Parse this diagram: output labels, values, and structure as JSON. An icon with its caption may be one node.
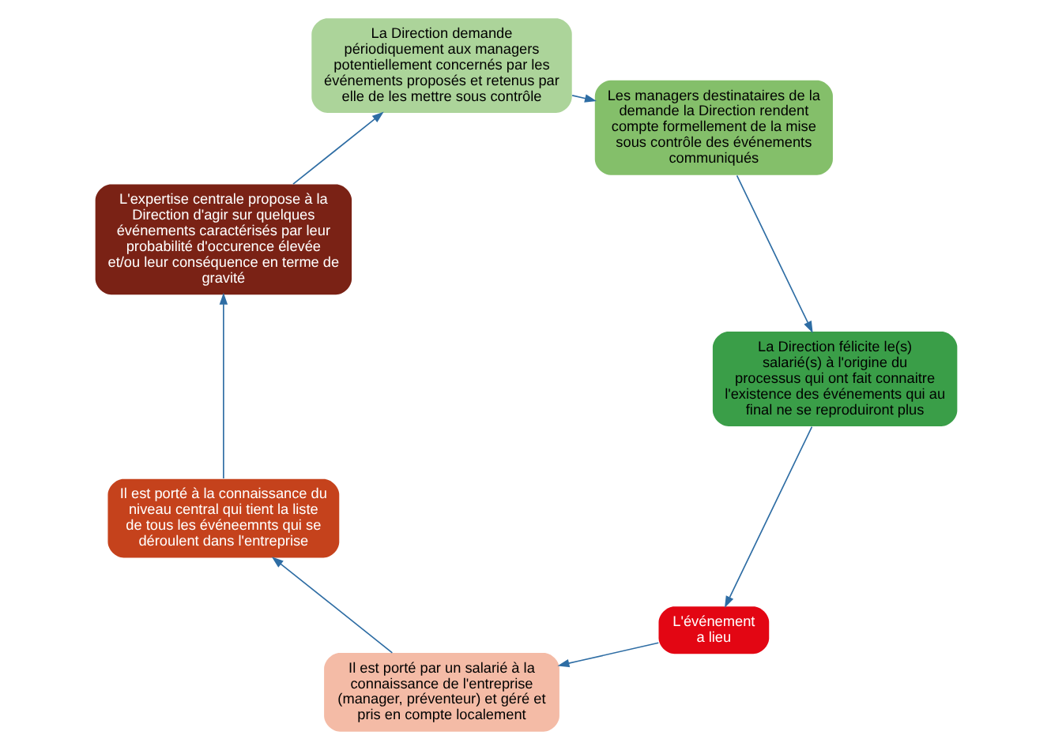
{
  "diagram": {
    "nodes": [
      {
        "text": [
          "L'événement a lieu"
        ]
      },
      {
        "text": [
          "La Direction félicite le(s) salarié(s) à l'origine du processus qui ont fait connaitre l'existence des événements qui au final ne se reproduiront plus"
        ]
      },
      {
        "text": [
          "Il est porté par un salarié à la connaissance de l'entreprise (manager, préventeur) et géré et pris en compte localement"
        ]
      },
      {
        "text": [
          "Les managers destinataires de la demande la Direction rendent compte formellement de la mise sous contrôle des événements communiqués"
        ]
      },
      {
        "text": [
          "Il est porté à la connaissance du niveau central qui tient la liste de tous les événeemnts qui se déroulent dans l'entreprise"
        ]
      },
      {
        "text": [
          "La Direction demande périodiquement aux managers potentiellement concernés par les événements proposés et retenus par elle de les mettre sous contrôle"
        ]
      },
      {
        "text": [
          "L'expertise centrale propose à la Direction d'agir sur quelques événements caractérisés par leur probabilité d'occurence élevée et/ou leur conséquence en terme de gravité"
        ]
      }
    ],
    "edges": [
      {
        "from": 0,
        "to": 2,
        "arrow": "to"
      },
      {
        "from": 2,
        "to": 4,
        "arrow": "to"
      },
      {
        "from": 4,
        "to": 6,
        "arrow": "to"
      },
      {
        "from": 6,
        "to": 5,
        "arrow": "to"
      },
      {
        "from": 5,
        "to": 3,
        "arrow": "to"
      },
      {
        "from": 3,
        "to": 1,
        "arrow": "to"
      },
      {
        "from": 1,
        "to": 0,
        "arrow": "to"
      }
    ]
  }
}
